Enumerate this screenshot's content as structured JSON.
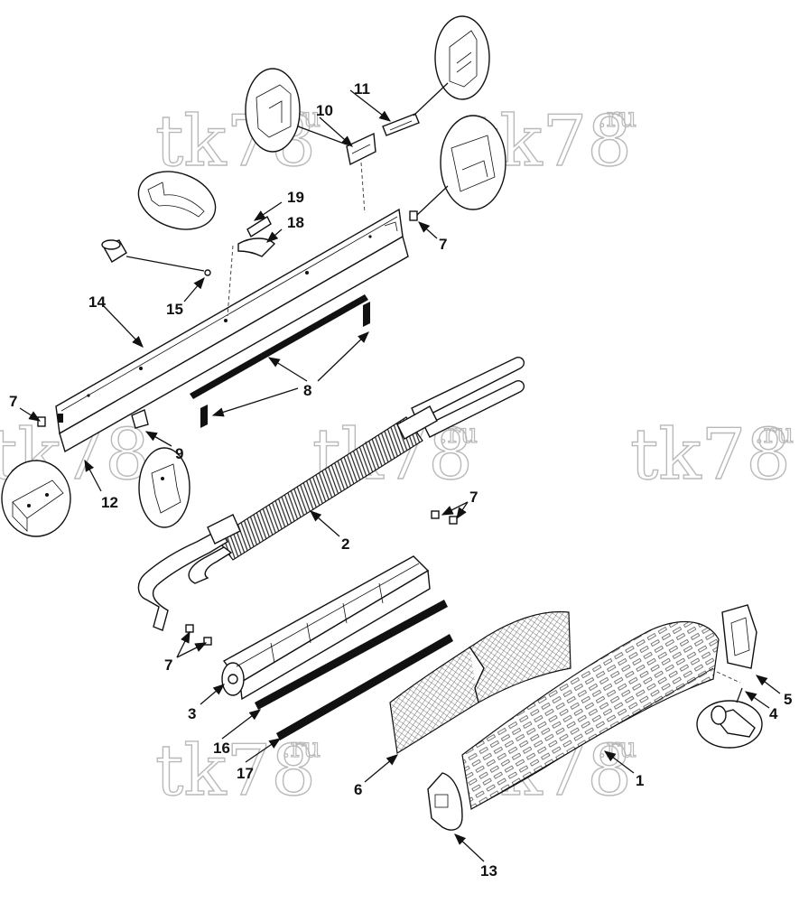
{
  "watermark": {
    "main": "tk78",
    "suffix": ".ru"
  },
  "callouts": {
    "c1": "1",
    "c2": "2",
    "c3": "3",
    "c4": "4",
    "c5": "5",
    "c6": "6",
    "c7a": "7",
    "c7b": "7",
    "c7c": "7",
    "c7d": "7",
    "c8": "8",
    "c9": "9",
    "c10": "10",
    "c11": "11",
    "c12": "12",
    "c13": "13",
    "c14": "14",
    "c15": "15",
    "c16": "16",
    "c17": "17",
    "c18": "18",
    "c19": "19"
  }
}
